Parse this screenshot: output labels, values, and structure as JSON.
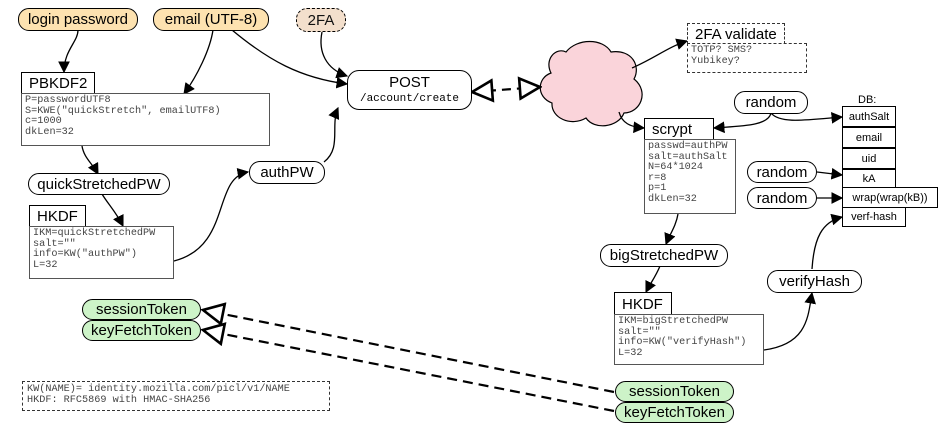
{
  "inputs": {
    "login_password": "login password",
    "email": "email (UTF-8)",
    "two_fa": "2FA"
  },
  "pbkdf2": {
    "title": "PBKDF2",
    "params": "P=passwordUTF8\nS=KWE(\"quickStretch\", emailUTF8)\nc=1000\ndkLen=32"
  },
  "quick_stretched_pw": "quickStretchedPW",
  "hkdf_auth": {
    "title": "HKDF",
    "params": "IKM=quickStretchedPW\nsalt=\"\"\ninfo=KW(\"authPW\")\nL=32"
  },
  "auth_pw": "authPW",
  "post": {
    "method": "POST",
    "path": "/account/create"
  },
  "two_fa_validate": {
    "title": "2FA validate",
    "params": "TOTP? SMS?\nYubikey?"
  },
  "scrypt": {
    "title": "scrypt",
    "params": "passwd=authPW\nsalt=authSalt\nN=64*1024\nr=8\np=1\ndkLen=32"
  },
  "random_labels": [
    "random",
    "random",
    "random"
  ],
  "db": {
    "label": "DB:",
    "fields": [
      "authSalt",
      "email",
      "uid",
      "kA",
      "wrap(wrap(kB))",
      "verf-hash"
    ]
  },
  "big_stretched_pw": "bigStretchedPW",
  "hkdf_verify": {
    "title": "HKDF",
    "params": "IKM=bigStretchedPW\nsalt=\"\"\ninfo=KW(\"verifyHash\")\nL=32"
  },
  "verify_hash": "verifyHash",
  "client_tokens": [
    "sessionToken",
    "keyFetchToken"
  ],
  "server_tokens": [
    "sessionToken",
    "keyFetchToken"
  ],
  "legend": "KW(NAME)= identity.mozilla.com/picl/v1/NAME\nHKDF: RFC5869 with HMAC-SHA256",
  "colors": {
    "input_fill": "#fde2b0",
    "token_fill": "#cdf3c8",
    "cloud_fill": "#fad4da",
    "two_fa_fill": "#f3dfcc"
  }
}
